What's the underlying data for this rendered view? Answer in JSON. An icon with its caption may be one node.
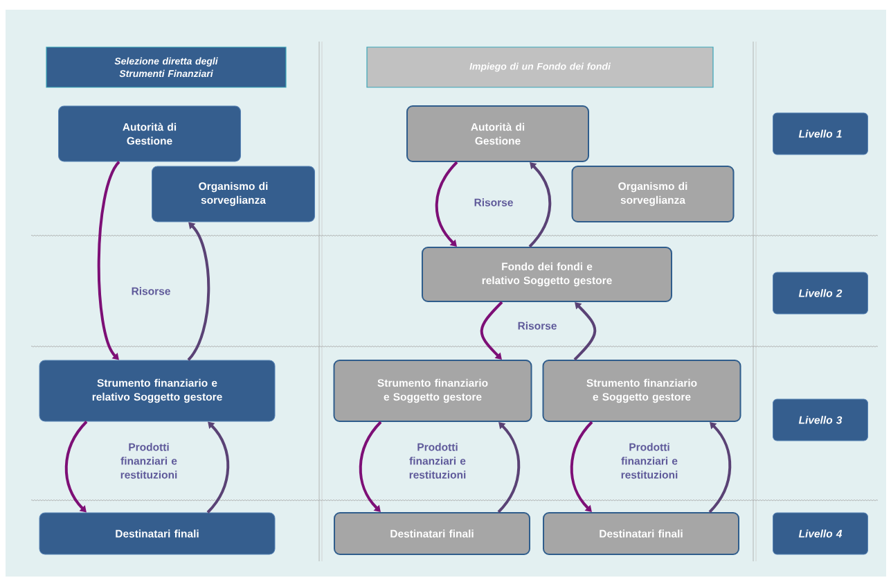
{
  "diagram": {
    "nodes": [
      {
        "text": [
          "Selezione diretta degli Strumenti Finanziari"
        ]
      },
      {
        "text": [
          "Impiego di un Fondo dei fondi"
        ]
      },
      {
        "text": [
          "Autorità di Gestione"
        ]
      },
      {
        "text": [
          "Organismo di sorveglianza"
        ]
      },
      {
        "text": [
          "Autorità di Gestione"
        ]
      },
      {
        "text": [
          "Organismo di sorveglianza"
        ]
      },
      {
        "text": [
          "Livello 1"
        ]
      },
      {
        "text": [
          "Fondo dei fondi e relativo Soggetto gestore"
        ]
      },
      {
        "text": [
          "Livello 2"
        ]
      },
      {
        "text": [
          "Strumento finanziario e relativo Soggetto gestore"
        ]
      },
      {
        "text": [
          "Strumento finanziario e Soggetto gestore"
        ]
      },
      {
        "text": [
          "Strumento finanziario e Soggetto gestore"
        ]
      },
      {
        "text": [
          "Livello 3"
        ]
      },
      {
        "text": [
          "Destinatari finali"
        ]
      },
      {
        "text": [
          "Destinatari finali"
        ]
      },
      {
        "text": [
          "Destinatari finali"
        ]
      },
      {
        "text": [
          "Livello 4"
        ]
      }
    ],
    "edges": [
      {
        "from": 2,
        "to": 9,
        "arrow": "to",
        "label": "Risorse",
        "color": "#7d0f76"
      },
      {
        "from": 9,
        "to": 3,
        "arrow": "to",
        "color": "#5a4275"
      },
      {
        "from": 4,
        "to": 7,
        "arrow": "to",
        "label": "Risorse",
        "color": "#7d0f76"
      },
      {
        "from": 7,
        "to": 4,
        "arrow": "to",
        "color": "#5a4275"
      },
      {
        "from": 7,
        "to": 10,
        "arrow": "to",
        "label": "Risorse",
        "color": "#7d0f76"
      },
      {
        "from": 11,
        "to": 7,
        "arrow": "to",
        "color": "#5a4275"
      },
      {
        "from": 9,
        "to": 13,
        "arrow": "to",
        "label": "Prodotti finanziari e restituzioni",
        "color": "#7d0f76"
      },
      {
        "from": 13,
        "to": 9,
        "arrow": "to",
        "color": "#5a4275"
      },
      {
        "from": 10,
        "to": 14,
        "arrow": "to",
        "label": "Prodotti finanziari e restituzioni",
        "color": "#7d0f76"
      },
      {
        "from": 14,
        "to": 10,
        "arrow": "to",
        "color": "#5a4275"
      },
      {
        "from": 11,
        "to": 15,
        "arrow": "to",
        "label": "Prodotti finanziari e restituzioni",
        "color": "#7d0f76"
      },
      {
        "from": 15,
        "to": 11,
        "arrow": "to",
        "color": "#5a4275"
      }
    ]
  }
}
